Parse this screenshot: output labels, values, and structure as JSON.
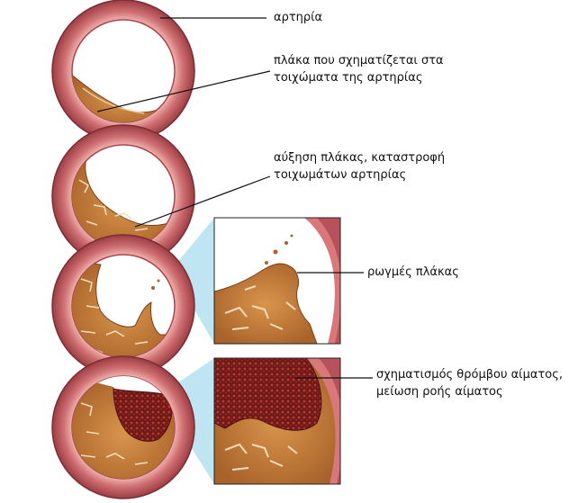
{
  "labels": {
    "artery": "αρτηρία",
    "plaque_forming": [
      "πλάκα που σχηματίζεται στα",
      "τοιχώματα της αρτηρίας"
    ],
    "plaque_growth": [
      "αύξηση πλάκας, καταστροφή",
      "τοιχωμάτων αρτηρίας"
    ],
    "plaque_rupture": "ρωγμές πλάκας",
    "clot_formation": [
      "σχηματισμός θρόμβου αίματος,",
      "μείωση ροής αίματος"
    ]
  },
  "colors": {
    "wall_outer": "#b8525a",
    "wall_inner": "#e09a98",
    "wall_edge": "#7a2e33",
    "lumen": "#ffffff",
    "plaque": "#c47a38",
    "plaque_dark": "#8a4c1c",
    "plaque_light": "#e8c79a",
    "clot": "#7a1f1c",
    "zoom_bg": "#aee0f0"
  }
}
